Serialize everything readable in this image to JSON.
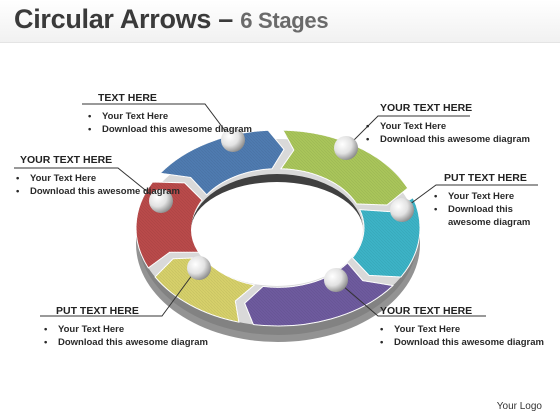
{
  "title": {
    "main": "Circular Arrows",
    "dash": "–",
    "sub": "6 Stages"
  },
  "callouts": [
    {
      "id": "top-left",
      "heading": "TEXT HERE",
      "lines": [
        "Your Text Here",
        "Download this awesome diagram"
      ]
    },
    {
      "id": "top-right",
      "heading": "YOUR TEXT HERE",
      "lines": [
        "Your Text Here",
        "Download this awesome diagram"
      ]
    },
    {
      "id": "left",
      "heading": "YOUR TEXT HERE",
      "lines": [
        "Your Text Here",
        "Download this awesome diagram"
      ]
    },
    {
      "id": "right",
      "heading": "PUT TEXT HERE",
      "lines": [
        "Your Text Here",
        "Download this awesome diagram"
      ]
    },
    {
      "id": "bottom-left",
      "heading": "PUT TEXT HERE",
      "lines": [
        "Your Text Here",
        "Download this awesome diagram"
      ]
    },
    {
      "id": "bottom-right",
      "heading": "YOUR TEXT HERE",
      "lines": [
        "Your Text Here",
        "Download this awesome diagram"
      ]
    }
  ],
  "segments": [
    {
      "name": "blue",
      "color": "#4f7bb0"
    },
    {
      "name": "green",
      "color": "#a9c55a"
    },
    {
      "name": "teal",
      "color": "#3cb3c6"
    },
    {
      "name": "purple",
      "color": "#6e5a9e"
    },
    {
      "name": "yellow",
      "color": "#d6d06a"
    },
    {
      "name": "red",
      "color": "#b94a4a"
    }
  ],
  "logo": "Your Logo"
}
